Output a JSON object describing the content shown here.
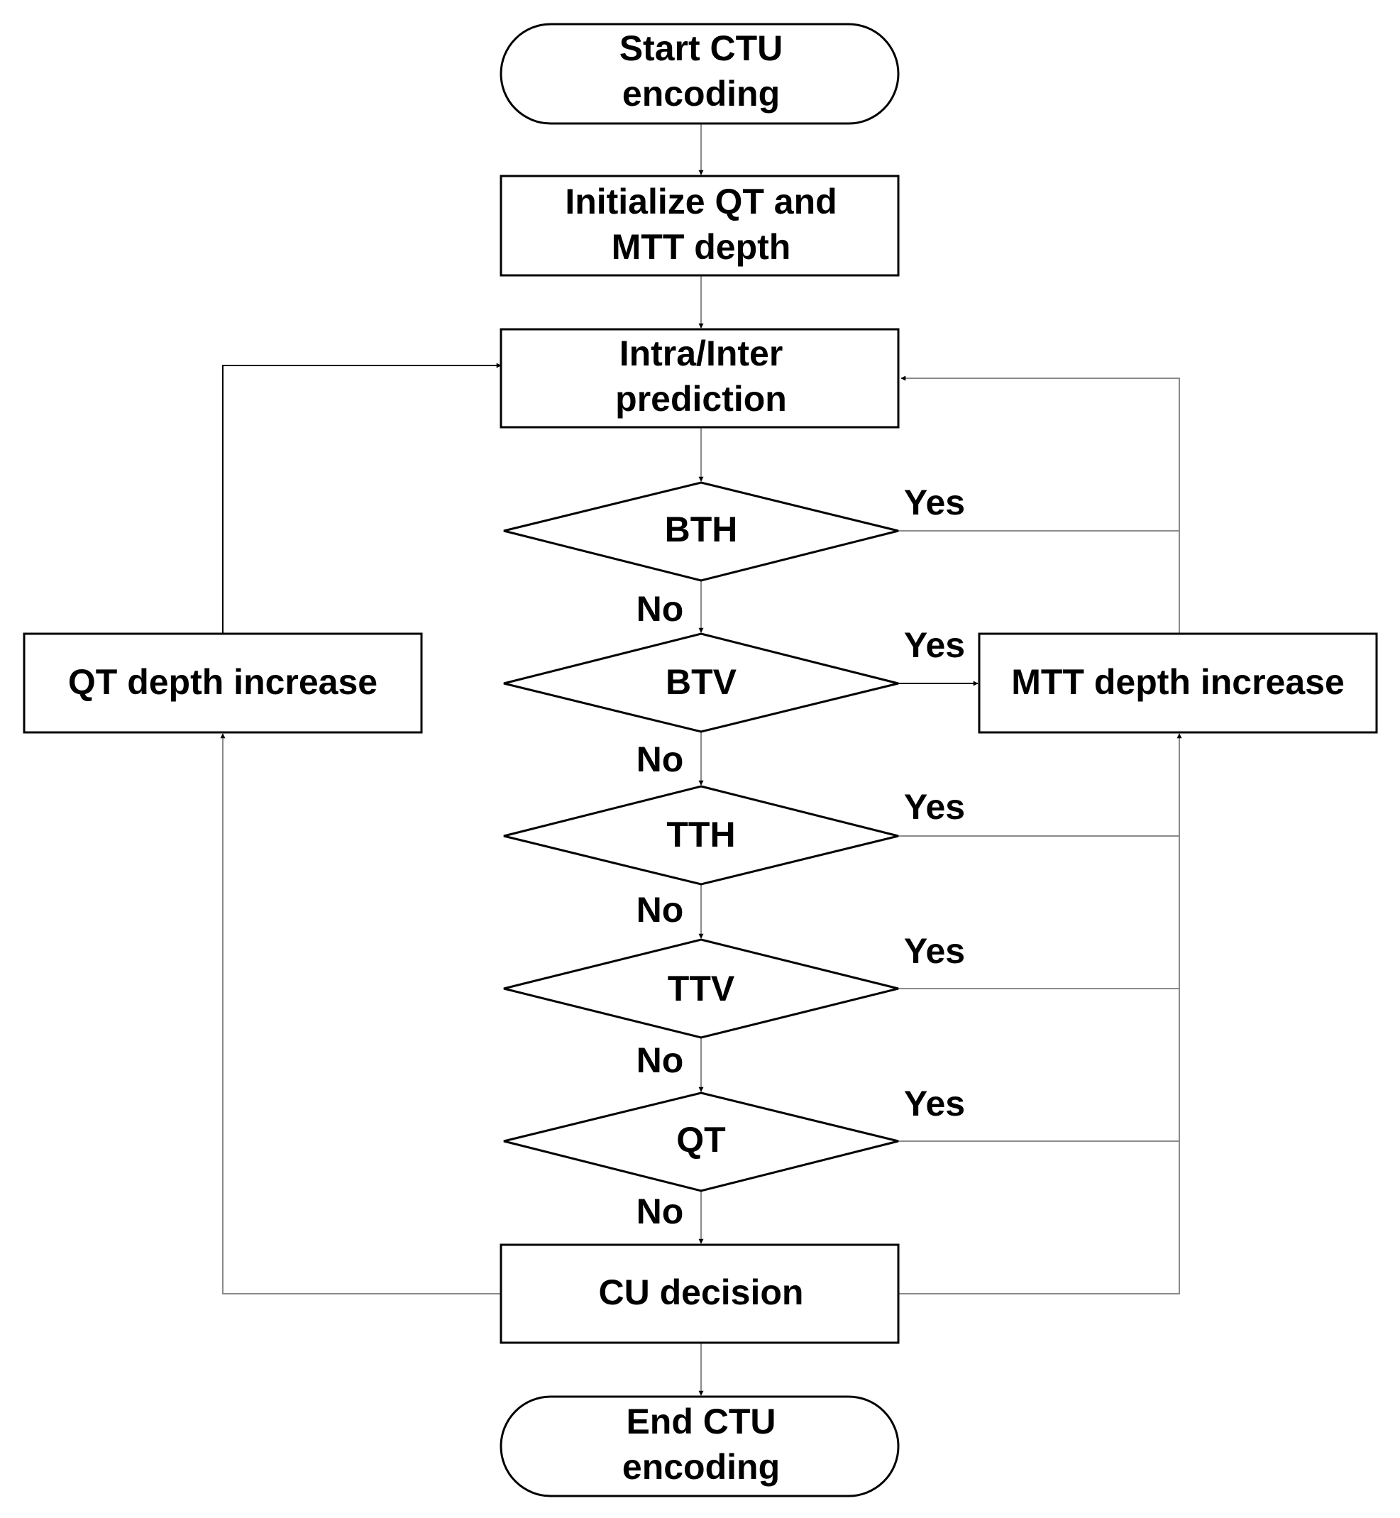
{
  "nodes": {
    "start": {
      "line1": "Start CTU",
      "line2": "encoding"
    },
    "init": {
      "line1": "Initialize QT and",
      "line2": "MTT depth"
    },
    "predict": {
      "line1": "Intra/Inter",
      "line2": "prediction"
    },
    "bth": {
      "label": "BTH"
    },
    "btv": {
      "label": "BTV"
    },
    "tth": {
      "label": "TTH"
    },
    "ttv": {
      "label": "TTV"
    },
    "qt": {
      "label": "QT"
    },
    "cu": {
      "label": "CU decision"
    },
    "qt_increase": {
      "label": "QT depth increase"
    },
    "mtt_increase": {
      "label": "MTT depth increase"
    },
    "end": {
      "line1": "End CTU",
      "line2": "encoding"
    }
  },
  "edge_labels": {
    "bth_yes": "Yes",
    "bth_no": "No",
    "btv_yes": "Yes",
    "btv_no": "No",
    "tth_yes": "Yes",
    "tth_no": "No",
    "ttv_yes": "Yes",
    "ttv_no": "No",
    "qt_yes": "Yes",
    "qt_no": "No"
  },
  "colors": {
    "stroke": "#000000",
    "connector_gray": "#8a8a8a",
    "background": "#ffffff"
  }
}
